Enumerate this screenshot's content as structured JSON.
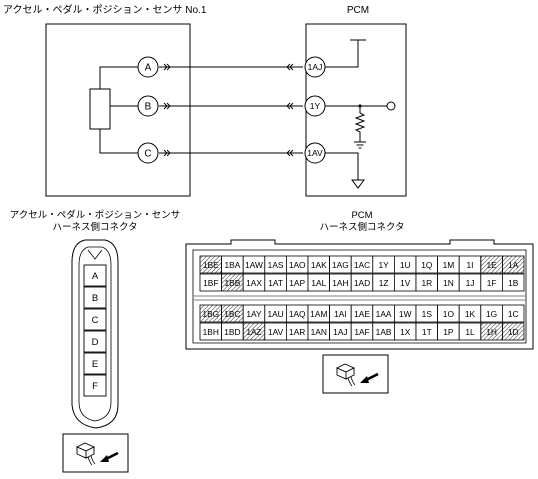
{
  "schematic": {
    "sensor_title": "アクセル・ペダル・ポジション・センサ No.1",
    "pcm_title": "PCM",
    "sensor_terminals": [
      "A",
      "B",
      "C"
    ],
    "pcm_terminals": [
      "1AJ",
      "1Y",
      "1AV"
    ]
  },
  "sensor_connector": {
    "title_line1": "アクセル・ペダル・ポジション・センサ",
    "title_line2": "ハーネス側コネクタ",
    "pins": [
      "A",
      "B",
      "C",
      "D",
      "E",
      "F"
    ]
  },
  "pcm_connector": {
    "title_line1": "PCM",
    "title_line2": "ハーネス側コネクタ",
    "rows": [
      [
        "1BE",
        "1BA",
        "1AW",
        "1AS",
        "1AO",
        "1AK",
        "1AG",
        "1AC",
        "1Y",
        "1U",
        "1Q",
        "1M",
        "1I",
        "1E",
        "1A"
      ],
      [
        "1BF",
        "1BB",
        "1AX",
        "1AT",
        "1AP",
        "1AL",
        "1AH",
        "1AD",
        "1Z",
        "1V",
        "1R",
        "1N",
        "1J",
        "1F",
        "1B"
      ],
      [
        "1BG",
        "1BC",
        "1AY",
        "1AU",
        "1AQ",
        "1AM",
        "1AI",
        "1AE",
        "1AA",
        "1W",
        "1S",
        "1O",
        "1K",
        "1G",
        "1C"
      ],
      [
        "1BH",
        "1BD",
        "1AZ",
        "1AV",
        "1AR",
        "1AN",
        "1AJ",
        "1AF",
        "1AB",
        "1X",
        "1T",
        "1P",
        "1L",
        "1H",
        "1D"
      ]
    ]
  }
}
